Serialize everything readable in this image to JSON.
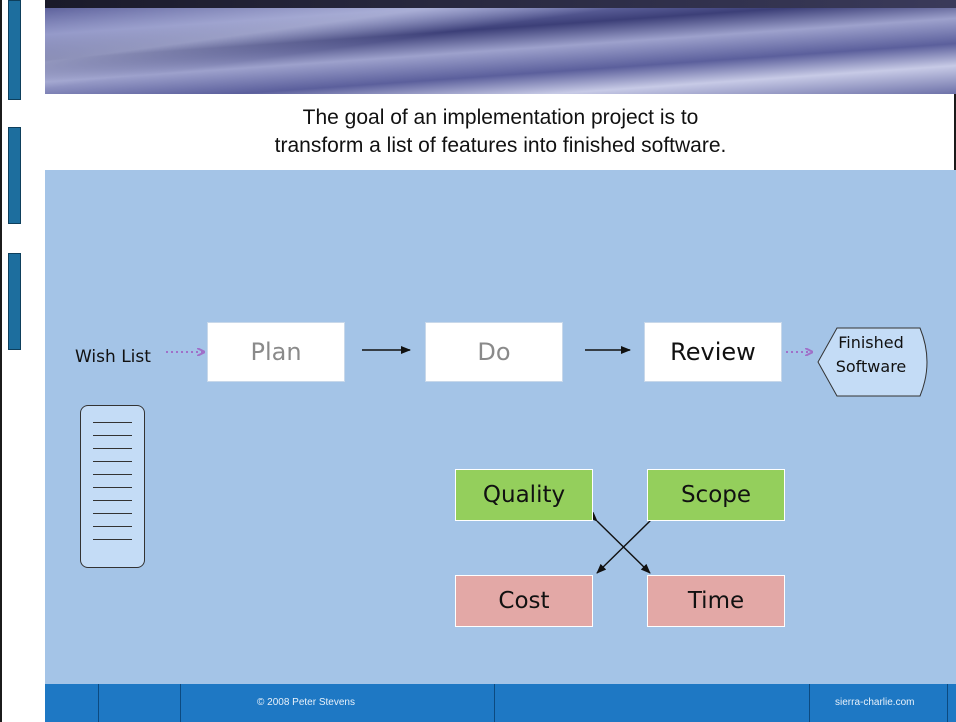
{
  "heading": {
    "line1": "The goal of an implementation project is to",
    "line2": "transform a list of features into finished software."
  },
  "flow": {
    "input_label": "Wish List",
    "steps": [
      "Plan",
      "Do",
      "Review"
    ],
    "output_line1": "Finished",
    "output_line2": "Software"
  },
  "constraints": {
    "quality": "Quality",
    "scope": "Scope",
    "cost": "Cost",
    "time": "Time"
  },
  "footer": {
    "copyright": "© 2008 Peter Stevens",
    "site": "sierra-charlie.com"
  },
  "colors": {
    "panel": "#a4c4e7",
    "footer": "#1e78c4",
    "green": "#94cf5c",
    "red": "#e3a8a6",
    "dotted_arrow": "#a070c8",
    "side_tab": "#1d6e9e"
  }
}
